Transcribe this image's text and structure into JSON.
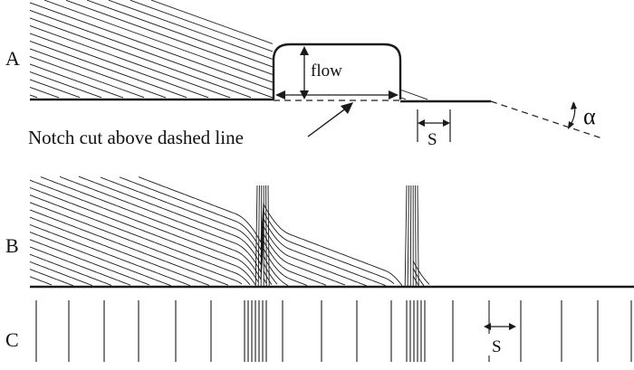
{
  "panels": {
    "a": {
      "label": "A"
    },
    "b": {
      "label": "B"
    },
    "c": {
      "label": "C"
    }
  },
  "annotations": {
    "flow": "flow",
    "notch": "Notch cut above dashed line",
    "spacing_a": "S",
    "spacing_c": "S",
    "angle": "α"
  },
  "colors": {
    "ink": "#1a1a1a",
    "background": "#ffffff"
  }
}
